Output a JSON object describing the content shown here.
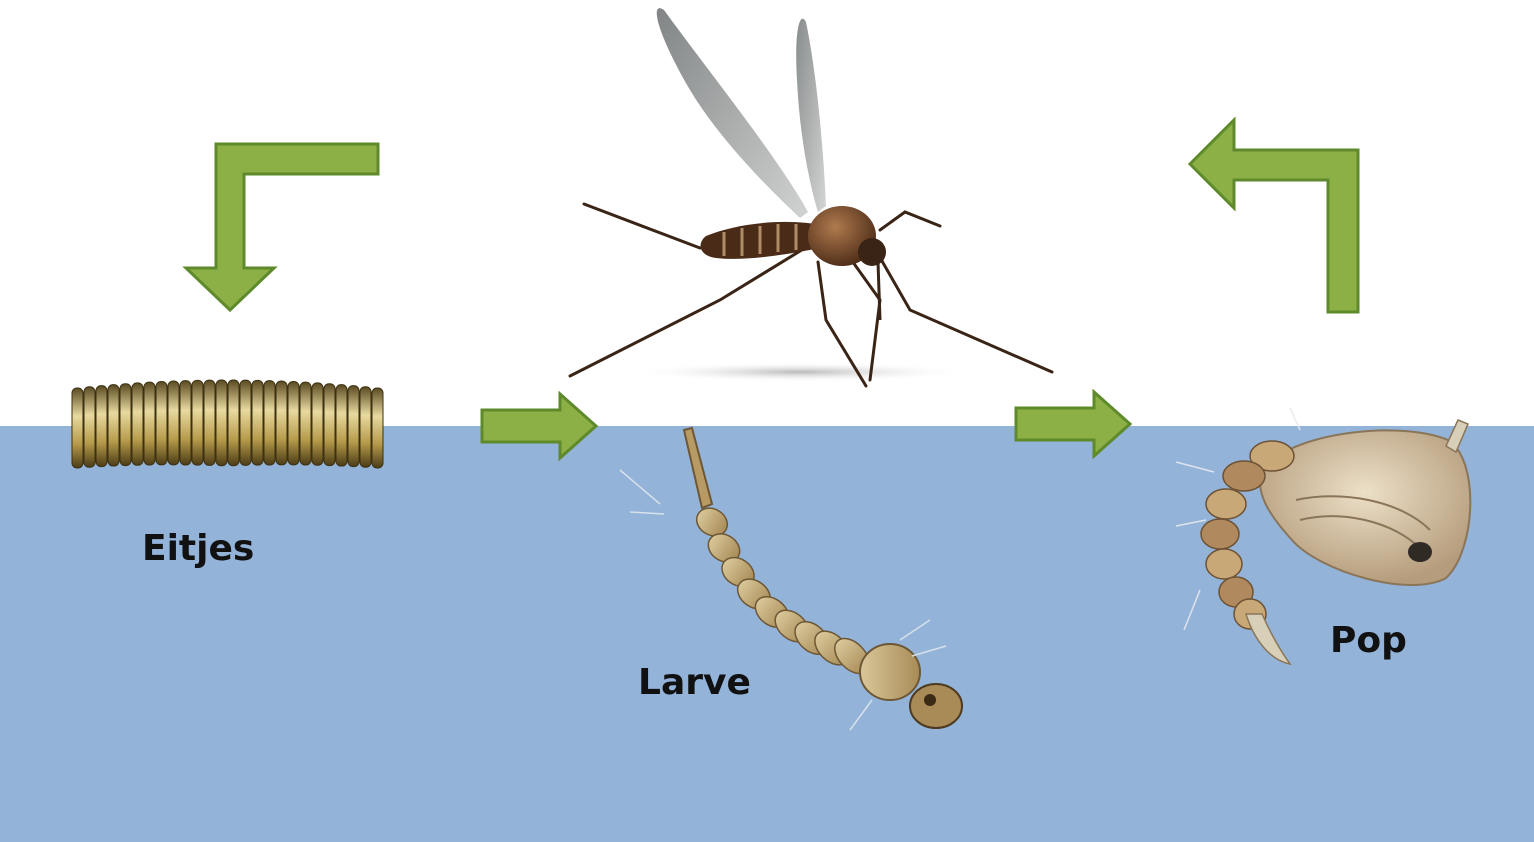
{
  "stages": {
    "eggs": {
      "label": "Eitjes"
    },
    "larva": {
      "label": "Larve"
    },
    "pupa": {
      "label": "Pop"
    },
    "adult": {
      "label": ""
    }
  },
  "colors": {
    "water": "#93b3d9",
    "sky": "#ffffff",
    "arrow_fill": "#8db046",
    "arrow_stroke": "#5f8a2c",
    "label": "#111111"
  },
  "icons": {
    "arrow_to_eggs": "elbow-arrow-down-icon",
    "arrow_eggs_to_larva": "arrow-right-icon",
    "arrow_larva_to_pupa": "arrow-right-icon",
    "arrow_pupa_to_adult": "elbow-arrow-up-icon"
  }
}
